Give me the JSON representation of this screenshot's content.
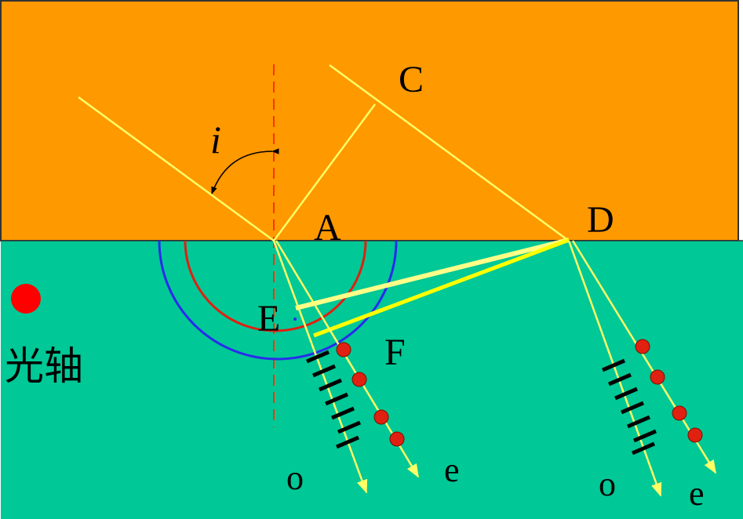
{
  "labels": {
    "angle": "i",
    "point_a": "A",
    "point_c": "C",
    "point_d": "D",
    "point_e": "E",
    "point_f": "F",
    "optic_axis": "光轴",
    "ray_o_left": "o",
    "ray_e_left": "e",
    "ray_o_right": "o",
    "ray_e_right": "e"
  },
  "colors": {
    "upper_medium": "#FF9900",
    "lower_medium": "#00C896",
    "ray": "#FFFF66",
    "wavefront_yellow": "#FFFF00",
    "normal_line": "#FF3300",
    "o_wavelet": "#E02010",
    "e_wavelet": "#2A2AEE",
    "optic_axis_dot": "#FF0000",
    "vibration_marks": "#000000"
  }
}
